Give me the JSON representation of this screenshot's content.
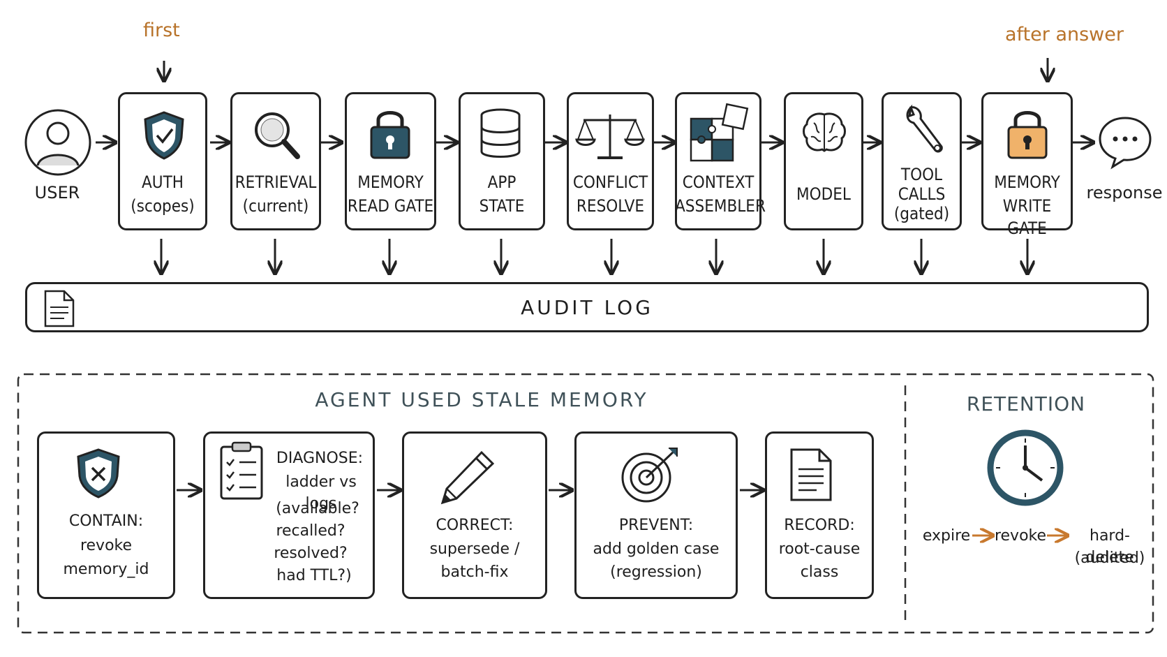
{
  "annotations": {
    "first": "first",
    "after_answer": "after answer"
  },
  "user_label": "USER",
  "response_label": "response",
  "pipeline": [
    {
      "name": "auth",
      "line1": "AUTH",
      "line2": "(scopes)",
      "icon": "shield-check-icon"
    },
    {
      "name": "retrieval",
      "line1": "RETRIEVAL",
      "line2": "(current)",
      "icon": "magnifier-icon"
    },
    {
      "name": "memory-read-gate",
      "line1": "MEMORY",
      "line2": "READ GATE",
      "icon": "padlock-icon"
    },
    {
      "name": "app-state",
      "line1": "APP",
      "line2": "STATE",
      "icon": "database-icon"
    },
    {
      "name": "conflict-resolve",
      "line1": "CONFLICT",
      "line2": "RESOLVE",
      "icon": "scales-icon"
    },
    {
      "name": "context-assembler",
      "line1": "CONTEXT",
      "line2": "ASSEMBLER",
      "icon": "puzzle-icon"
    },
    {
      "name": "model",
      "line1": "MODEL",
      "line2": "",
      "icon": "brain-icon"
    },
    {
      "name": "tool-calls",
      "line1": "TOOL",
      "line2": "CALLS",
      "line3": "(gated)",
      "icon": "wrench-icon"
    },
    {
      "name": "memory-write-gate",
      "line1": "MEMORY",
      "line2": "WRITE GATE",
      "icon": "padlock-orange-icon"
    }
  ],
  "audit_log": {
    "label": "AUDIT LOG",
    "icon": "document-icon"
  },
  "incident": {
    "title": "AGENT USED STALE MEMORY",
    "steps": [
      {
        "name": "contain",
        "lines": [
          "CONTAIN:",
          "revoke",
          "memory_id"
        ],
        "icon": "shield-x-icon"
      },
      {
        "name": "diagnose",
        "lines": [
          "DIAGNOSE:",
          "ladder vs logs",
          "(available?",
          "recalled?",
          "resolved?",
          "had TTL?)"
        ],
        "icon": "clipboard-checklist-icon"
      },
      {
        "name": "correct",
        "lines": [
          "CORRECT:",
          "supersede /",
          "batch-fix"
        ],
        "icon": "pencil-icon"
      },
      {
        "name": "prevent",
        "lines": [
          "PREVENT:",
          "add golden case",
          "(regression)"
        ],
        "icon": "target-icon"
      },
      {
        "name": "record",
        "lines": [
          "RECORD:",
          "root-cause",
          "class"
        ],
        "icon": "document-icon"
      }
    ]
  },
  "retention": {
    "title": "RETENTION",
    "icon": "clock-icon",
    "flow": [
      "expire",
      "revoke",
      "hard-delete",
      "(audited)"
    ],
    "arrow_color": "#c8792e"
  },
  "colors": {
    "accent_orange": "#b8732a",
    "icon_teal": "#2d5566",
    "padlock_orange": "#f0b26a"
  }
}
